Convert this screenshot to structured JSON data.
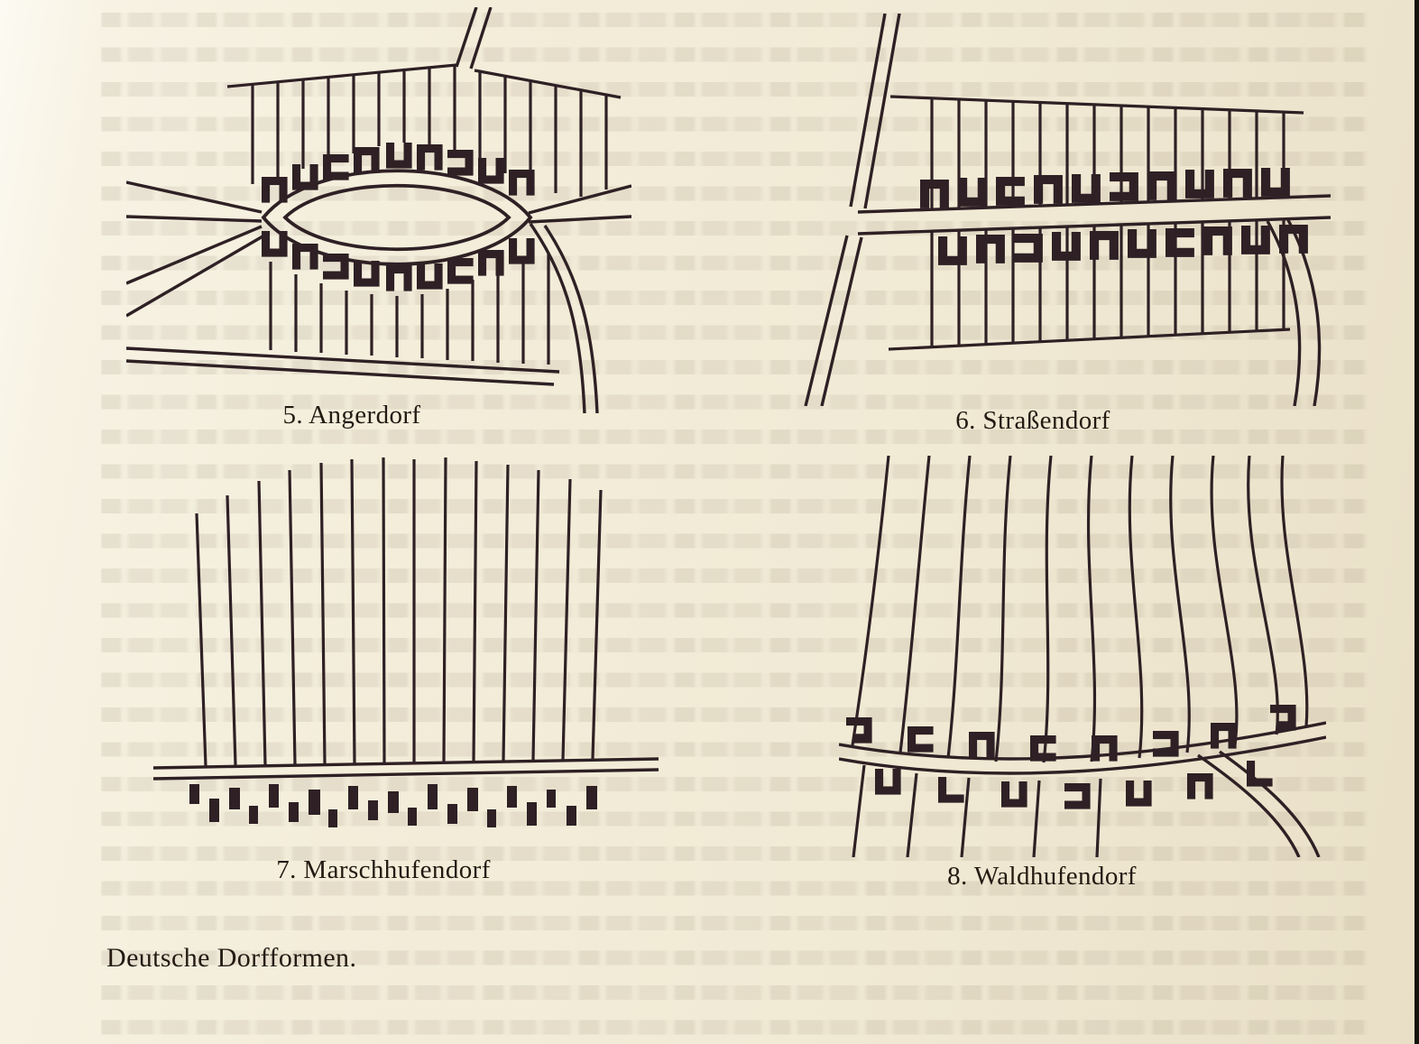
{
  "figure_group": {
    "caption": "Deutsche Dorfformen.",
    "figures": [
      {
        "label": "5. Angerdorf"
      },
      {
        "label": "6. Straßendorf"
      },
      {
        "label": "7. Marschhufendorf"
      },
      {
        "label": "8. Waldhufendorf"
      }
    ]
  },
  "colors": {
    "ink": "#2e2024",
    "paper": "#f3edda"
  }
}
